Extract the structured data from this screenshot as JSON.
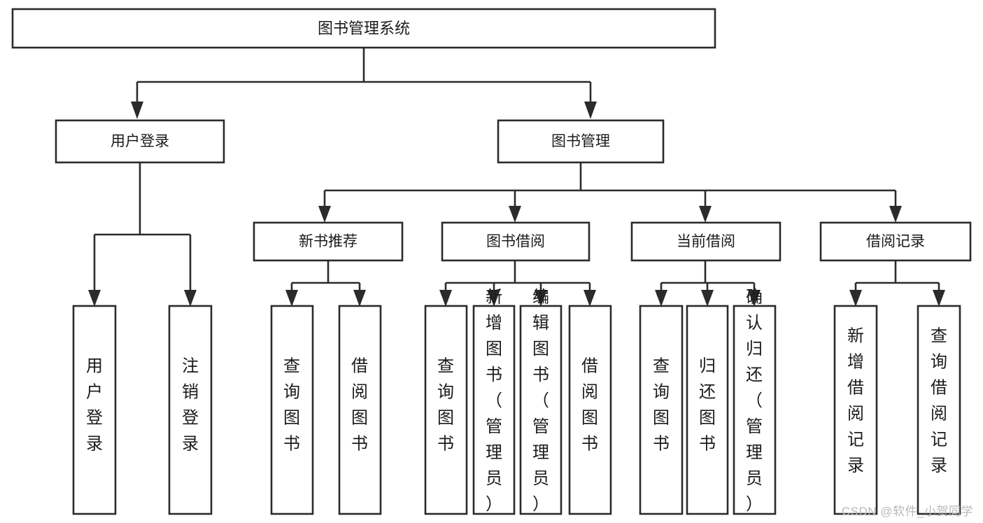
{
  "diagram": {
    "title": "图书管理系统",
    "watermark": "CSDN @软件_小贺同学",
    "colors": {
      "stroke": "#2b2b2b",
      "box_fill": "#ffffff",
      "text": "#1b1b1b",
      "background": "#ffffff",
      "watermark": "#b9b9b9"
    },
    "levels": {
      "root": {
        "label": "图书管理系统"
      },
      "level2": [
        {
          "label": "用户登录"
        },
        {
          "label": "图书管理"
        }
      ],
      "level3": [
        {
          "label": "新书推荐"
        },
        {
          "label": "图书借阅"
        },
        {
          "label": "当前借阅"
        },
        {
          "label": "借阅记录"
        }
      ],
      "leaves": {
        "user_login": [
          {
            "label": "用户登录"
          },
          {
            "label": "注销登录"
          }
        ],
        "new_book_recommend": [
          {
            "label": "查询图书"
          },
          {
            "label": "借阅图书"
          }
        ],
        "book_borrow": [
          {
            "label": "查询图书"
          },
          {
            "label": "新增图书（管理员）"
          },
          {
            "label": "编辑图书（管理员）"
          },
          {
            "label": "借阅图书"
          }
        ],
        "current_borrow": [
          {
            "label": "查询图书"
          },
          {
            "label": "归还图书"
          },
          {
            "label": "确认归还（管理员）"
          }
        ],
        "borrow_record": [
          {
            "label": "新增借阅记录"
          },
          {
            "label": "查询借阅记录"
          }
        ]
      }
    }
  }
}
